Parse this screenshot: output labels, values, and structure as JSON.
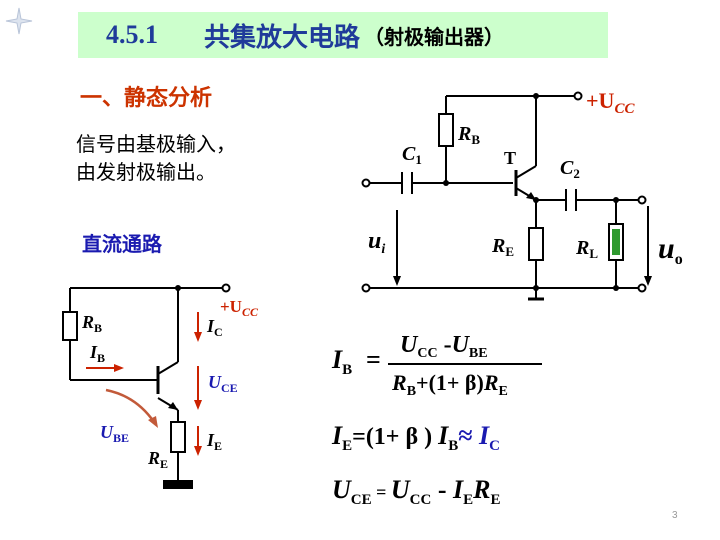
{
  "title": {
    "number": "4.5.1",
    "main": "共集放大电路",
    "sub": "（射极输出器）"
  },
  "section_heading": "一、静态分析",
  "description": {
    "line1": "信号由基极输入，",
    "line2": "由发射极输出。"
  },
  "dc_path_label": "直流通路",
  "circuit_main": {
    "supply": "+U",
    "supply_sub": "CC",
    "rb": "R",
    "rb_sub": "B",
    "c1": "C",
    "c1_sub": "1",
    "transistor": "T",
    "c2": "C",
    "c2_sub": "2",
    "input": "u",
    "input_sub": "i",
    "re": "R",
    "re_sub": "E",
    "rl": "R",
    "rl_sub": "L",
    "output": "u",
    "output_sub": "o"
  },
  "circuit_dc": {
    "supply": "+U",
    "supply_sub": "CC",
    "rb": "R",
    "rb_sub": "B",
    "ib": "I",
    "ib_sub": "B",
    "ic": "I",
    "ic_sub": "C",
    "uce": "U",
    "uce_sub": "CE",
    "ube": "U",
    "ube_sub": "BE",
    "ie": "I",
    "ie_sub": "E",
    "re": "R",
    "re_sub": "E"
  },
  "formulas": {
    "ib": {
      "lhs": "I",
      "lhs_sub": "B",
      "eq": "=",
      "num_a": "U",
      "num_a_sub": "CC",
      "num_minus": "-",
      "num_b": "U",
      "num_b_sub": "BE",
      "den_a": "R",
      "den_a_sub": "B",
      "den_mid": "+(1+ β)",
      "den_b": "R",
      "den_b_sub": "E"
    },
    "ie": {
      "lhs": "I",
      "lhs_sub": "E",
      "mid": "=(1+ β ) ",
      "ib": "I",
      "ib_sub": "B",
      "approx": "≈ ",
      "ic": "I",
      "ic_sub": "C"
    },
    "uce": {
      "lhs": "U",
      "lhs_sub": "CE",
      "eq": " = ",
      "a": "U",
      "a_sub": "CC",
      "minus": " - ",
      "b": "I",
      "b_sub": "E",
      "c": "R",
      "c_sub": "E"
    }
  },
  "page_number": "3",
  "colors": {
    "title_bg": "#ccffcc",
    "title_text": "#1f3b9a",
    "section": "#cc3300",
    "accent_red": "#cc2200",
    "blue_label": "#1a1ab0"
  }
}
